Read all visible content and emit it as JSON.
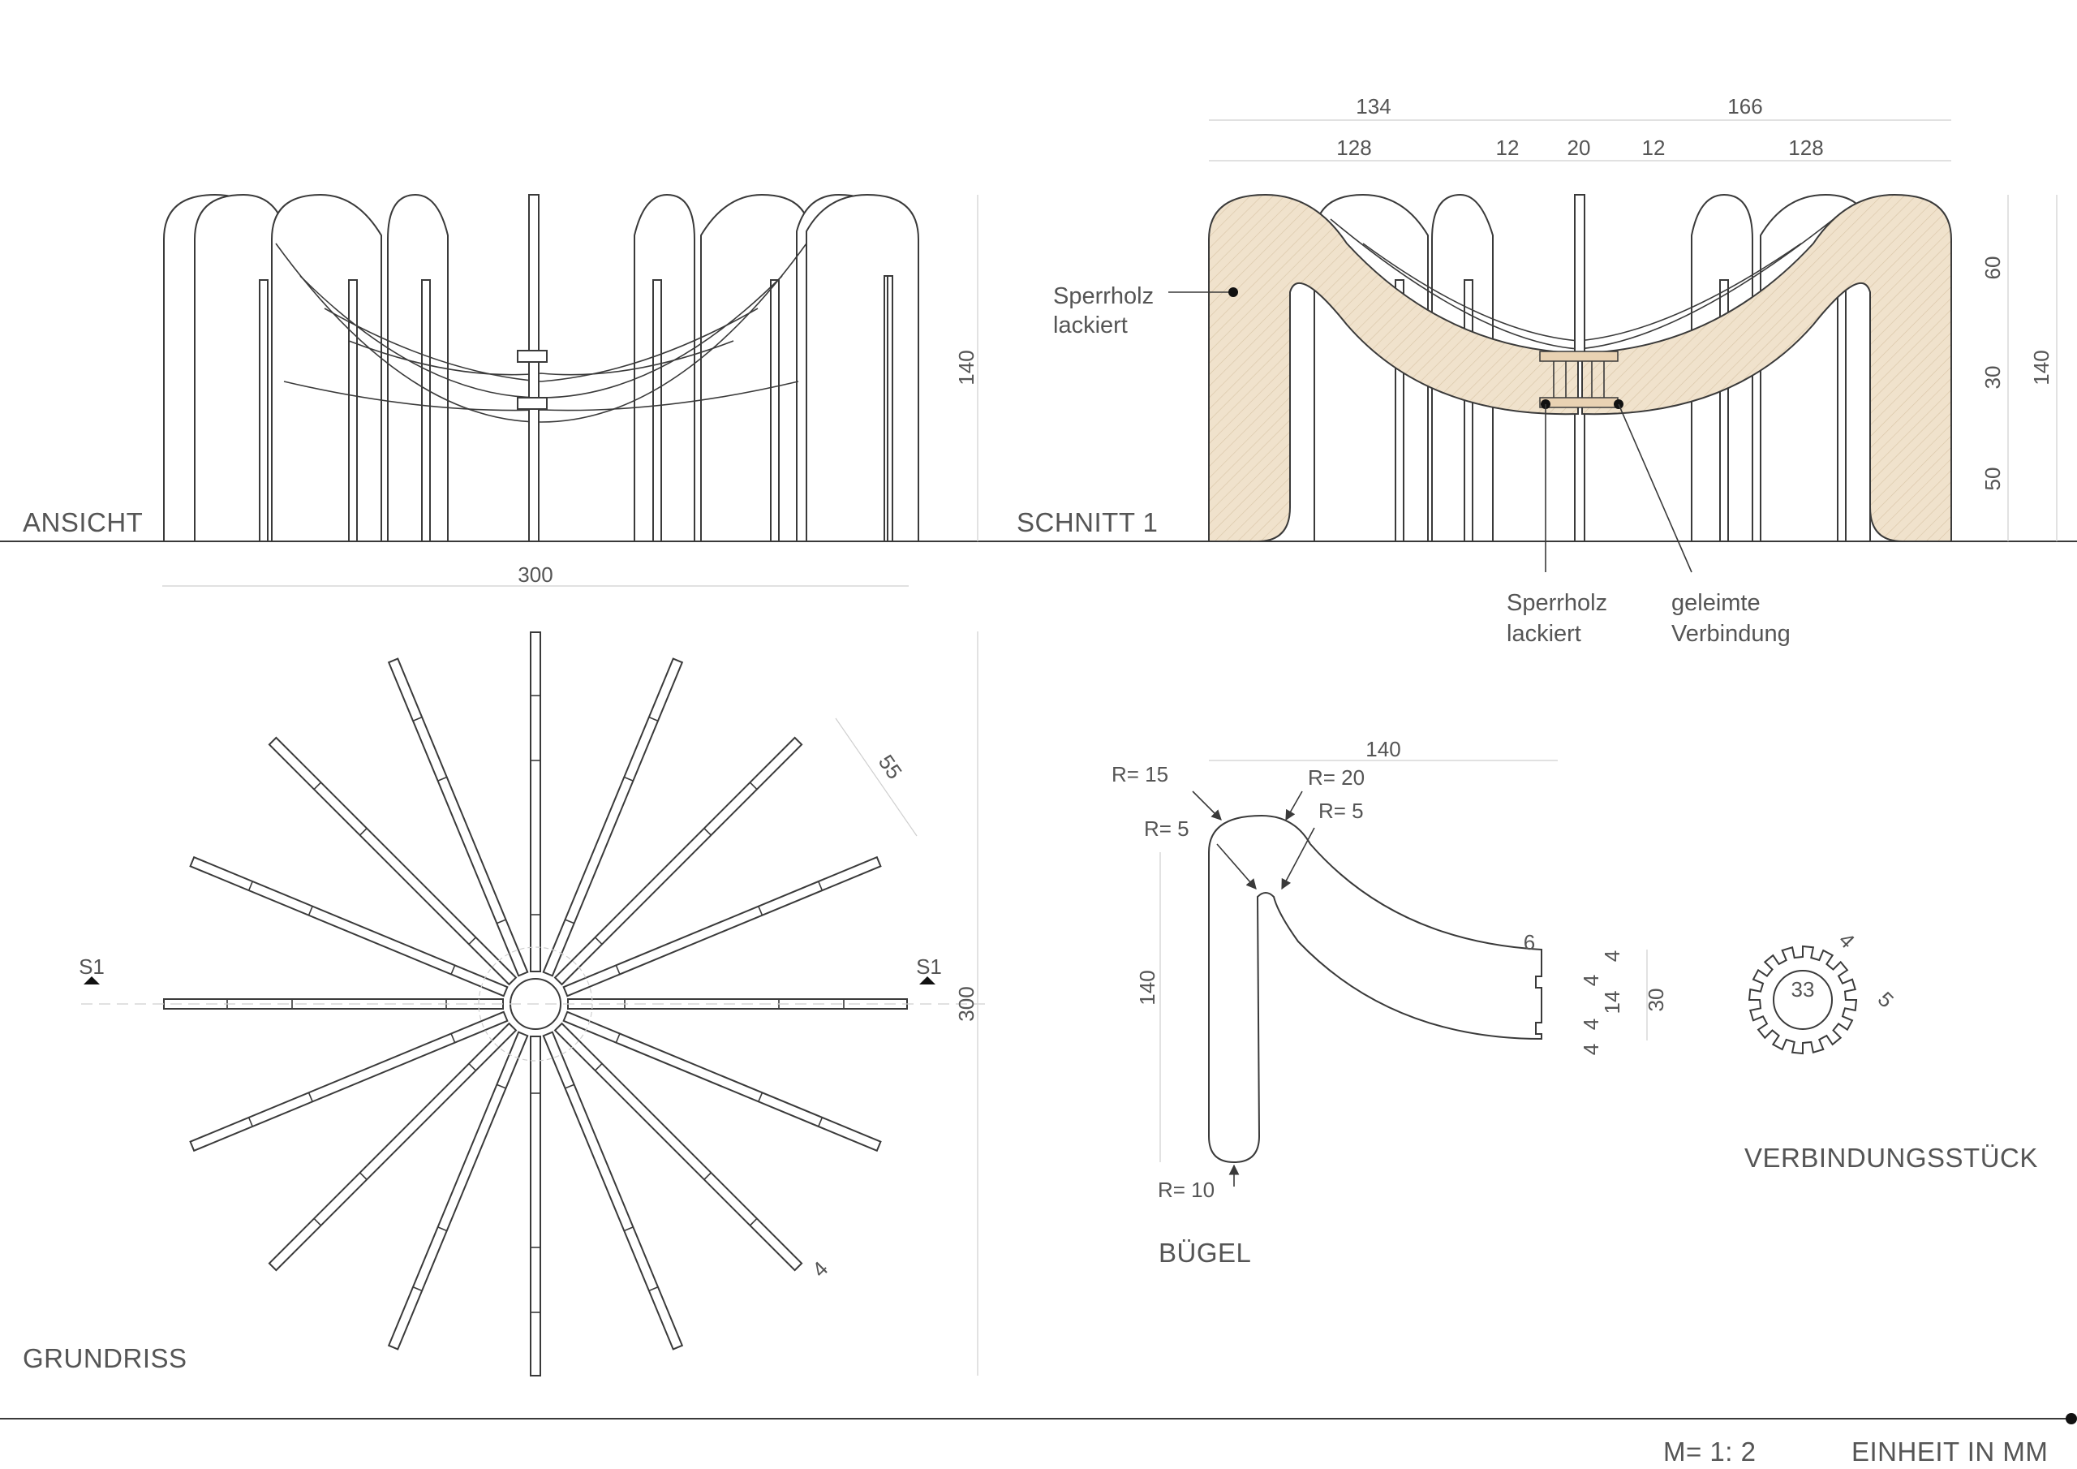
{
  "views": {
    "ansicht": "ANSICHT",
    "schnitt": "SCHNITT 1",
    "grundriss": "GRUNDRISS",
    "buegel": "BÜGEL",
    "verbindung": "VERBINDUNGSSTÜCK"
  },
  "footer": {
    "scale": "M= 1: 2",
    "unit": "EINHEIT IN MM"
  },
  "ansicht": {
    "height_dim": "140",
    "width_dim": "300"
  },
  "schnitt": {
    "top_dims": [
      "134",
      "166"
    ],
    "sub_dims": [
      "128",
      "12",
      "20",
      "12",
      "128"
    ],
    "right_dims": [
      "60",
      "30",
      "50"
    ],
    "total_height": "140",
    "callout_material": [
      "Sperrholz",
      "lackiert"
    ],
    "callout_material_2": [
      "Sperrholz",
      "lackiert"
    ],
    "callout_joint": [
      "geleimte",
      "Verbindung"
    ],
    "fill_color": "#f0e2cc"
  },
  "grundriss": {
    "section_marker_left": "S1",
    "section_marker_right": "S1",
    "height_dim": "300",
    "dim_55": "55",
    "dim_4": "4",
    "rib_count": 16
  },
  "buegel": {
    "width_dim": "140",
    "height_dim": "140",
    "r15": "R= 15",
    "r20": "R= 20",
    "r5_left": "R= 5",
    "r5_right": "R= 5",
    "r10": "R= 10",
    "dim_6": "6",
    "dim_4a": "4",
    "dim_4b": "4",
    "dim_14": "14",
    "dim_4c": "4",
    "dim_4d": "4",
    "dim_30": "30"
  },
  "verbindung": {
    "dim_33": "33",
    "dim_4": "4",
    "dim_5": "5",
    "teeth": 16
  }
}
